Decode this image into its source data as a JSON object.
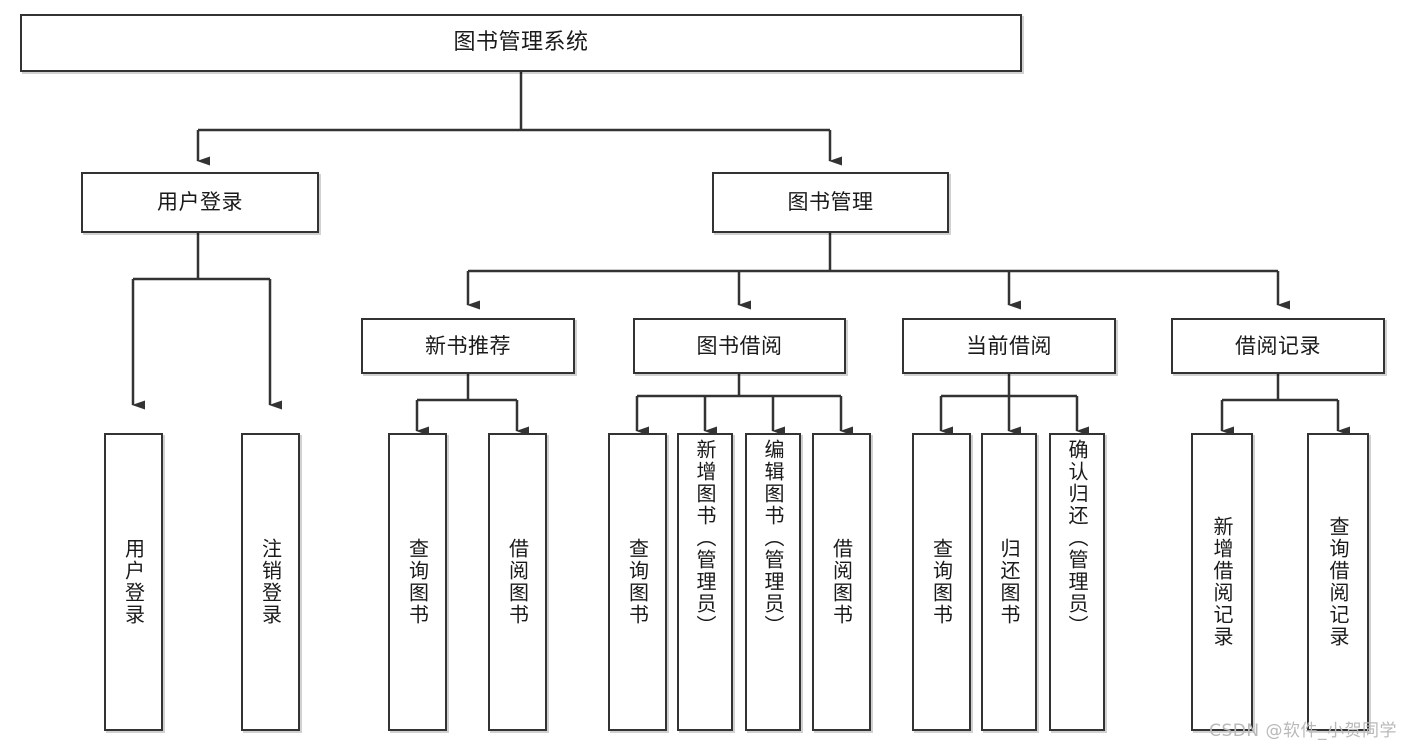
{
  "diagram": {
    "type": "tree",
    "title": "图书管理系统",
    "orientation": "top-down",
    "background_color": "#ffffff",
    "node_border_color": "#333333",
    "node_fill_color": "#ffffff",
    "edge_color": "#333333",
    "levels": 4
  },
  "root": {
    "label": "图书管理系统"
  },
  "level1": [
    {
      "label": "用户登录"
    },
    {
      "label": "图书管理"
    }
  ],
  "level2": [
    {
      "label": "新书推荐"
    },
    {
      "label": "图书借阅"
    },
    {
      "label": "当前借阅"
    },
    {
      "label": "借阅记录"
    }
  ],
  "leaves": {
    "user_login": [
      {
        "label": "用户登录"
      },
      {
        "label": "注销登录"
      }
    ],
    "new_book_recommend": [
      {
        "label": "查询图书"
      },
      {
        "label": "借阅图书"
      }
    ],
    "book_borrow": [
      {
        "label": "查询图书"
      },
      {
        "label": "新增图书（管理员）"
      },
      {
        "label": "编辑图书（管理员）"
      },
      {
        "label": "借阅图书"
      }
    ],
    "current_borrow": [
      {
        "label": "查询图书"
      },
      {
        "label": "归还图书"
      },
      {
        "label": "确认归还（管理员）"
      }
    ],
    "borrow_record": [
      {
        "label": "新增借阅记录"
      },
      {
        "label": "查询借阅记录"
      }
    ]
  },
  "watermark": {
    "text": "CSDN @软件_小贺同学"
  }
}
